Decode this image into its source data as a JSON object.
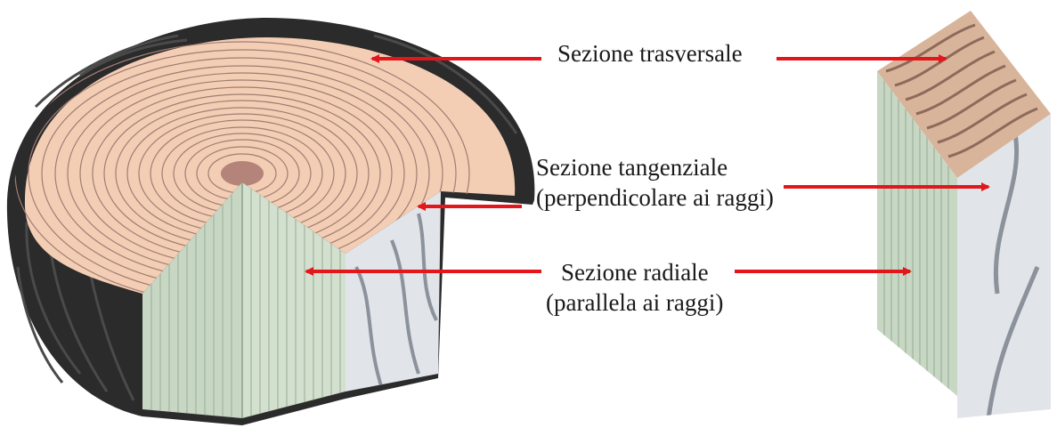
{
  "labels": {
    "transverse": "Sezione trasversale",
    "tangential_line1": "Sezione tangenziale",
    "tangential_line2": "(perpendicolare ai raggi)",
    "radial_line1": "Sezione radiale",
    "radial_line2": "(parallela ai raggi)"
  },
  "colors": {
    "arrow": "#e3161b",
    "bark": "#2b2b2b",
    "bark_light": "#4a4a4a",
    "end_grain": "#f3cdb4",
    "ring": "#a07e74",
    "pith": "#b4847a",
    "radial_face": "#c8d7c4",
    "radial_line": "#9fb59d",
    "tangential_face": "#e1e4e9",
    "tangential_streak": "#8c929c"
  }
}
